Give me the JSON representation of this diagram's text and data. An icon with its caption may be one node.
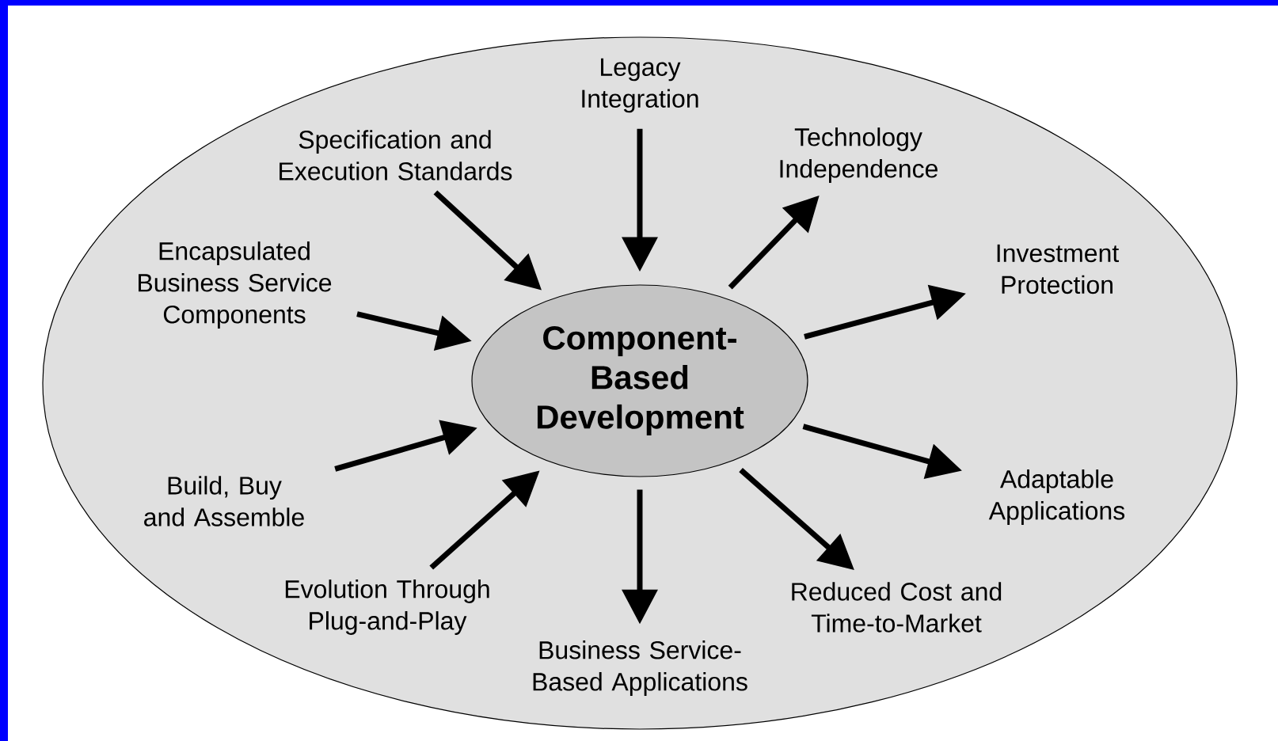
{
  "diagram": {
    "nodes": [
      {
        "text": [],
        "shape": "ellipse"
      },
      {
        "text": [
          "Component-Based Development"
        ],
        "in": 0
      },
      {
        "text": [
          "Legacy Integration"
        ],
        "in": 0
      },
      {
        "text": [
          "Specification and Execution Standards"
        ],
        "in": 0
      },
      {
        "text": [
          "Technology Independence"
        ],
        "in": 0
      },
      {
        "text": [
          "Encapsulated Business Service Components"
        ],
        "in": 0
      },
      {
        "text": [
          "Investment Protection"
        ],
        "in": 0
      },
      {
        "text": [
          "Build, Buy and Assemble"
        ],
        "in": 0
      },
      {
        "text": [
          "Adaptable Applications"
        ],
        "in": 0
      },
      {
        "text": [
          "Evolution Through Plug-and-Play"
        ],
        "in": 0
      },
      {
        "text": [
          "Reduced Cost and Time-to-Market"
        ],
        "in": 0
      },
      {
        "text": [
          "Business Service-Based Applications"
        ],
        "in": 0
      }
    ],
    "edges": [
      {
        "from": 2,
        "to": 1,
        "arrow": "to"
      },
      {
        "from": 3,
        "to": 1,
        "arrow": "to"
      },
      {
        "from": 1,
        "to": 4,
        "arrow": "to"
      },
      {
        "from": 5,
        "to": 1,
        "arrow": "to"
      },
      {
        "from": 1,
        "to": 6,
        "arrow": "to"
      },
      {
        "from": 7,
        "to": 1,
        "arrow": "to"
      },
      {
        "from": 1,
        "to": 8,
        "arrow": "to"
      },
      {
        "from": 9,
        "to": 1,
        "arrow": "to"
      },
      {
        "from": 1,
        "to": 10,
        "arrow": "to"
      },
      {
        "from": 1,
        "to": 11,
        "arrow": "to"
      }
    ]
  }
}
